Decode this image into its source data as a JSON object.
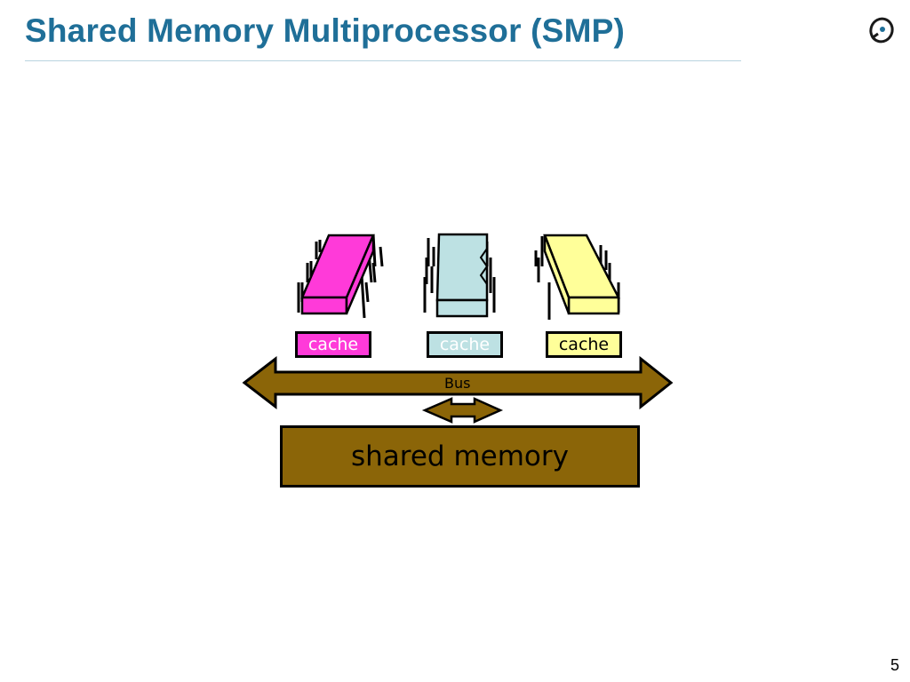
{
  "slide": {
    "title": "Shared Memory Multiprocessor (SMP)",
    "page_number": "5",
    "logo_icon": "eiffel-logo-icon"
  },
  "diagram": {
    "processors": [
      {
        "color": "#ff3ad9",
        "cache_label": "cache",
        "cache_color": "#ff3ad9"
      },
      {
        "color": "#bde1e3",
        "cache_label": "cache",
        "cache_color": "#bde1e3"
      },
      {
        "color": "#ffff99",
        "cache_label": "cache",
        "cache_color": "#ffff99"
      }
    ],
    "bus_label": "Bus",
    "bus_color": "#8b6508",
    "memory_label": "shared memory",
    "memory_color": "#8b6508"
  }
}
